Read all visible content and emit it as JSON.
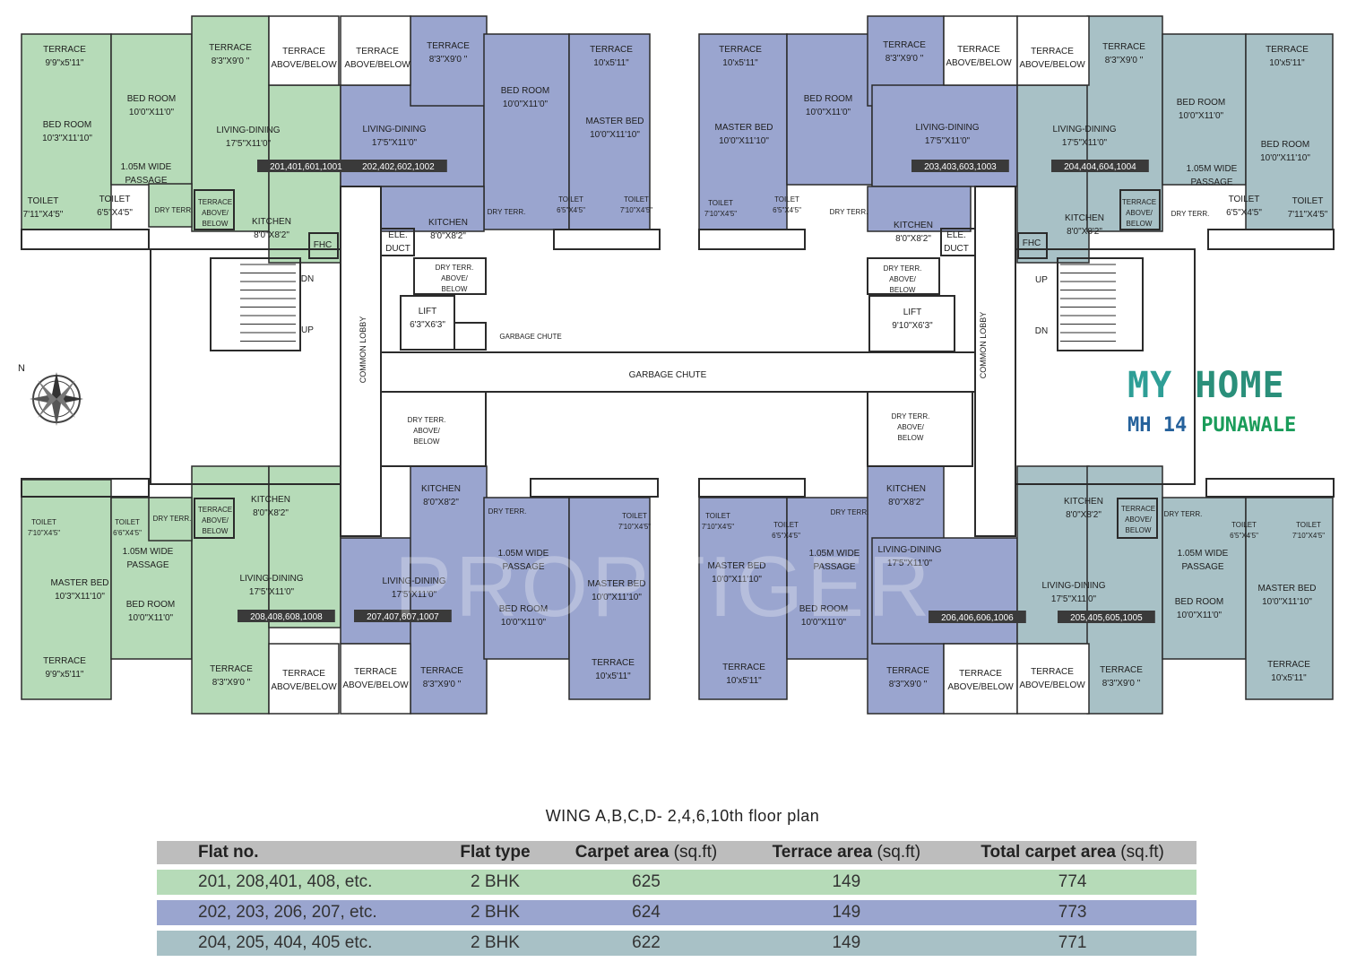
{
  "colors": {
    "green": "#b6dbb8",
    "purple": "#9aa5cf",
    "teal": "#a8c1c6"
  },
  "terrace_above_below": "TERRACE\nABOVE/BELOW",
  "rooms": {
    "terrace_top_left": [
      "TERRACE",
      "9'9\"x5'11\""
    ],
    "bedroom_a": [
      "BED ROOM",
      "10'3\"X11'10\""
    ],
    "bedroom_b": [
      "BED ROOM",
      "10'0\"X11'0\""
    ],
    "terrace_83_a": [
      "TERRACE",
      "8'3\"X9'0 \""
    ],
    "living_201": [
      "LIVING-DINING",
      "17'5\"X11'0\""
    ],
    "passage": [
      "1.05M WIDE",
      "PASSAGE"
    ],
    "toilet_a": [
      "TOILET",
      "7'11\"X4'5\""
    ],
    "toilet_b": [
      "TOILET",
      "6'5\"X4'5\""
    ],
    "dry_terr": "DRY TERR.",
    "terrace_ab_small": [
      "TERRACE",
      "ABOVE/",
      "BELOW"
    ],
    "kitchen": [
      "KITCHEN",
      "8'0\"X8'2\""
    ],
    "fhc": "FHC",
    "ele_duct": [
      "ELE.",
      "DUCT"
    ],
    "dry_terr_ab": [
      "DRY TERR.",
      "ABOVE/",
      "BELOW"
    ],
    "lift_left": [
      "LIFT",
      "6'3\"X6'3\""
    ],
    "lift_right": [
      "LIFT",
      "9'10\"X6'3\""
    ],
    "garbage_chute": "GARBAGE CHUTE",
    "common_lobby": "COMMON LOBBY",
    "dn": "DN",
    "up": "UP",
    "north": "N",
    "master_bed": [
      "MASTER BED",
      "10'0\"X11'10\""
    ],
    "master_bed_b": [
      "MASTER BED",
      "10'3\"X11'10\""
    ],
    "terrace_10": [
      "TERRACE",
      "10'x5'11\""
    ],
    "toilet_small_a": [
      "TOILET",
      "7'10\"X4'5\""
    ],
    "toilet_small_b": [
      "TOILET",
      "6'5\"X4'5\""
    ],
    "toilet_small_c": [
      "TOILET",
      "6'6\"X4'5\""
    ]
  },
  "unit_tags": {
    "u201": "201,401,601,1001",
    "u202": "202,402,602,1002",
    "u203": "203,403,603,1003",
    "u204": "204,404,604,1004",
    "u208": "208,408,608,1008",
    "u207": "207,407,607,1007",
    "u206": "206,406,606,1006",
    "u205": "205,405,605,1005"
  },
  "logo": {
    "line1_a": "MY",
    "line1_b": "HOME",
    "line2_a": "MH 14",
    "line2_b": "PUNAWALE"
  },
  "watermark": "PROPTIGER",
  "table": {
    "title": "WING A,B,C,D- 2,4,6,10th floor plan",
    "headers": [
      {
        "label": "Flat no.",
        "unit": ""
      },
      {
        "label": "Flat type",
        "unit": ""
      },
      {
        "label": "Carpet area",
        "unit": "(sq.ft)"
      },
      {
        "label": "Terrace area",
        "unit": "(sq.ft)"
      },
      {
        "label": "Total carpet area",
        "unit": "(sq.ft)"
      }
    ],
    "rows": [
      {
        "flats": "201, 208,401, 408, etc.",
        "type": "2 BHK",
        "carpet": "625",
        "terrace": "149",
        "total": "774",
        "color": "#b6dbb8"
      },
      {
        "flats": "202, 203, 206, 207, etc.",
        "type": "2 BHK",
        "carpet": "624",
        "terrace": "149",
        "total": "773",
        "color": "#9aa5cf"
      },
      {
        "flats": "204, 205, 404, 405 etc.",
        "type": "2 BHK",
        "carpet": "622",
        "terrace": "149",
        "total": "771",
        "color": "#a8c1c6"
      }
    ]
  }
}
